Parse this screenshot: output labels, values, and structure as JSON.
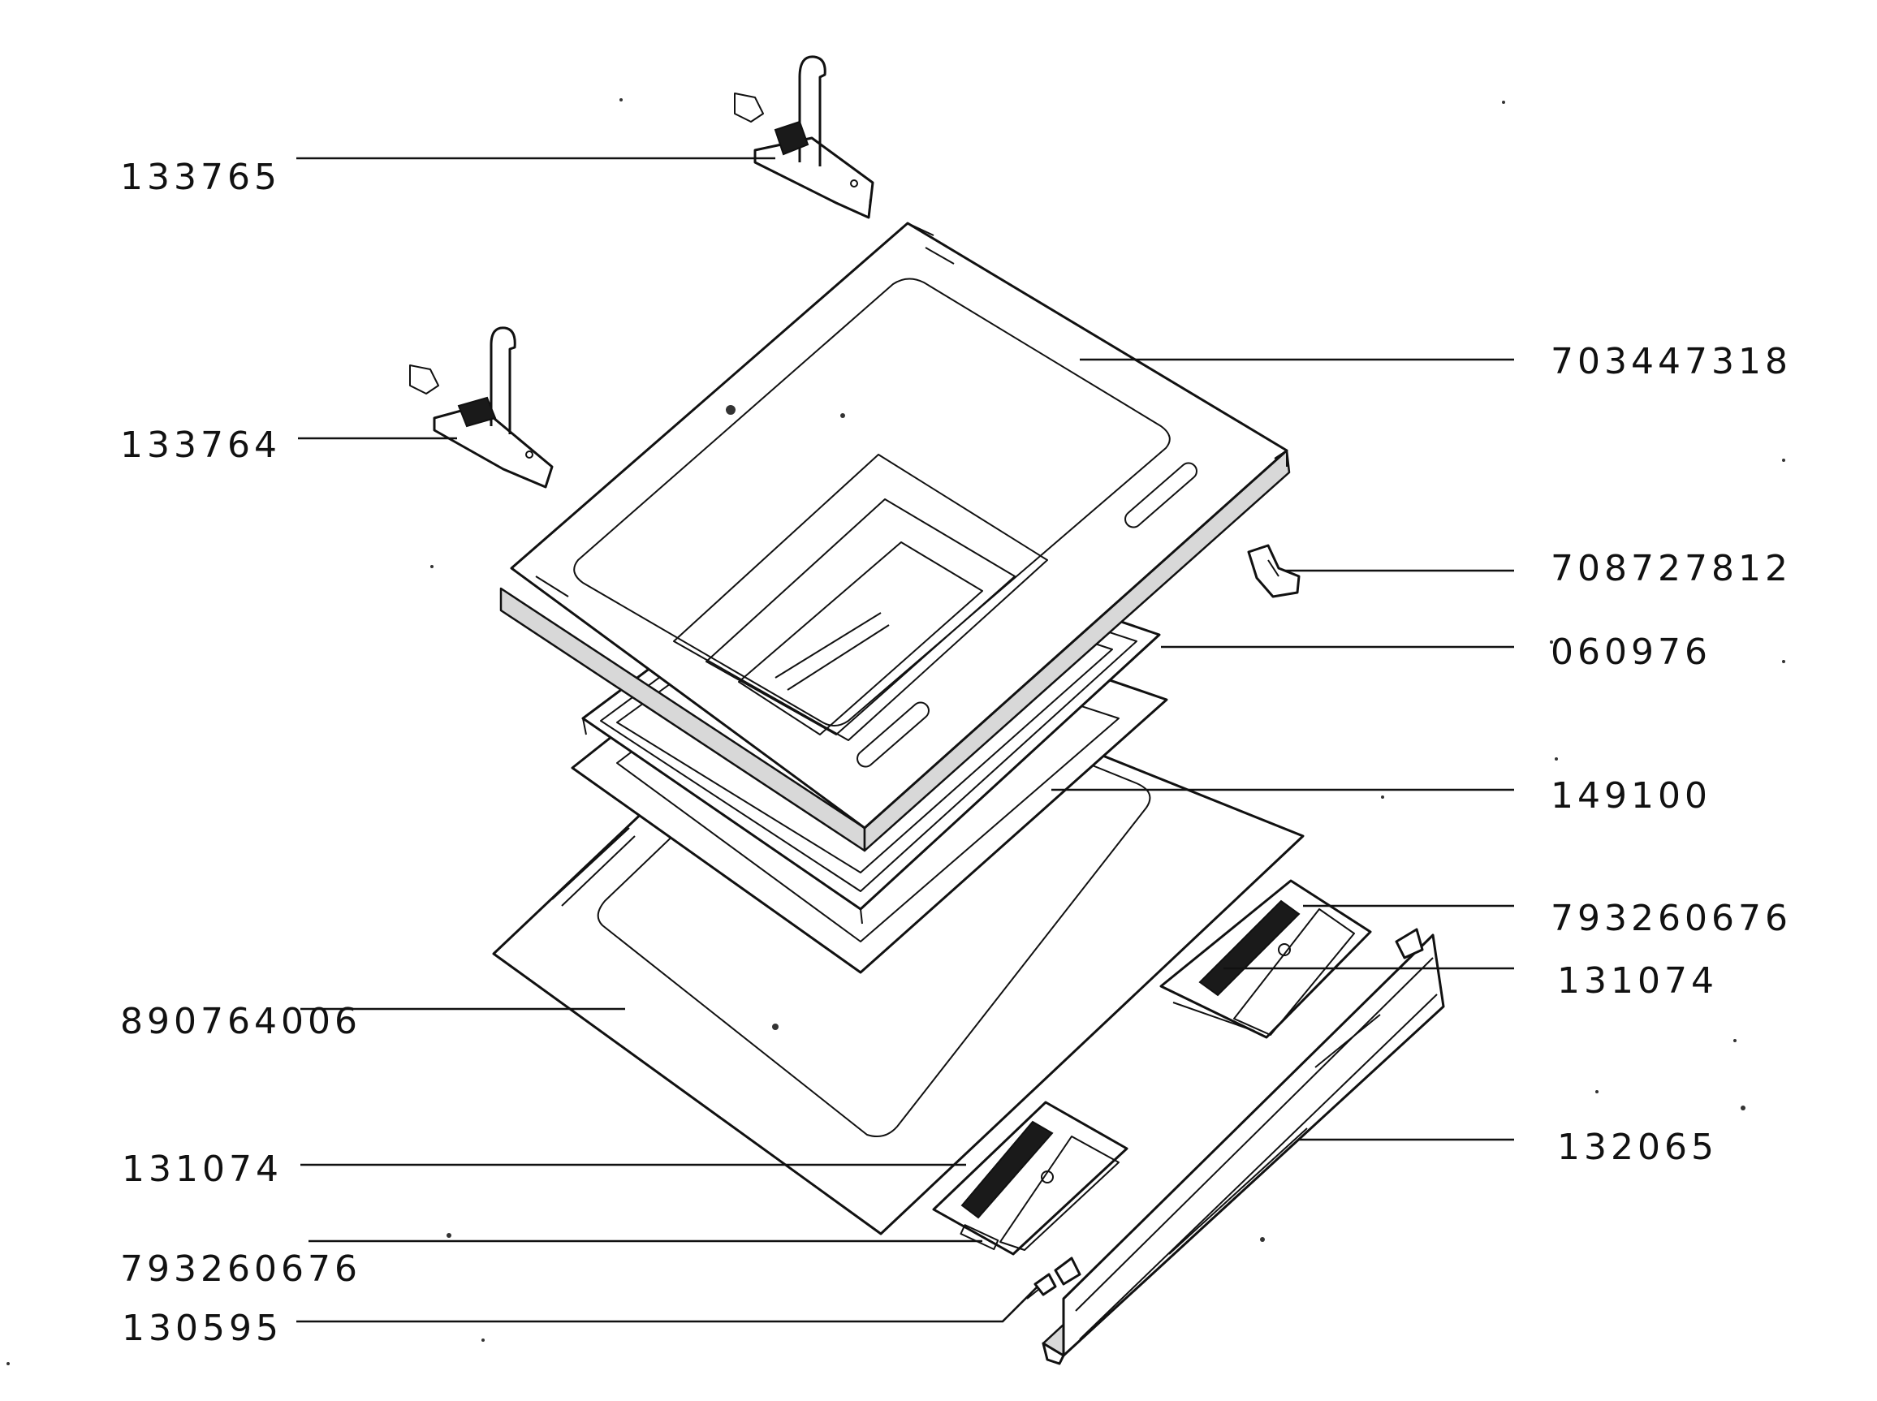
{
  "diagram": {
    "callouts": [
      {
        "id": "hinge-right",
        "part_number": "133765"
      },
      {
        "id": "hinge-left",
        "part_number": "133764"
      },
      {
        "id": "outer-door-frame",
        "part_number": "703447318"
      },
      {
        "id": "clip",
        "part_number": "708727812"
      },
      {
        "id": "gasket-frame",
        "part_number": "060976"
      },
      {
        "id": "inner-glass-pane",
        "part_number": "149100"
      },
      {
        "id": "hinge-cover-right",
        "part_number": "793260676"
      },
      {
        "id": "hinge-bracket-right",
        "part_number": "131074"
      },
      {
        "id": "front-glass-panel",
        "part_number": "890764006"
      },
      {
        "id": "door-handle-strip",
        "part_number": "132065"
      },
      {
        "id": "hinge-bracket-left",
        "part_number": "131074"
      },
      {
        "id": "hinge-cover-left",
        "part_number": "793260676"
      },
      {
        "id": "screw",
        "part_number": "130595"
      }
    ]
  }
}
